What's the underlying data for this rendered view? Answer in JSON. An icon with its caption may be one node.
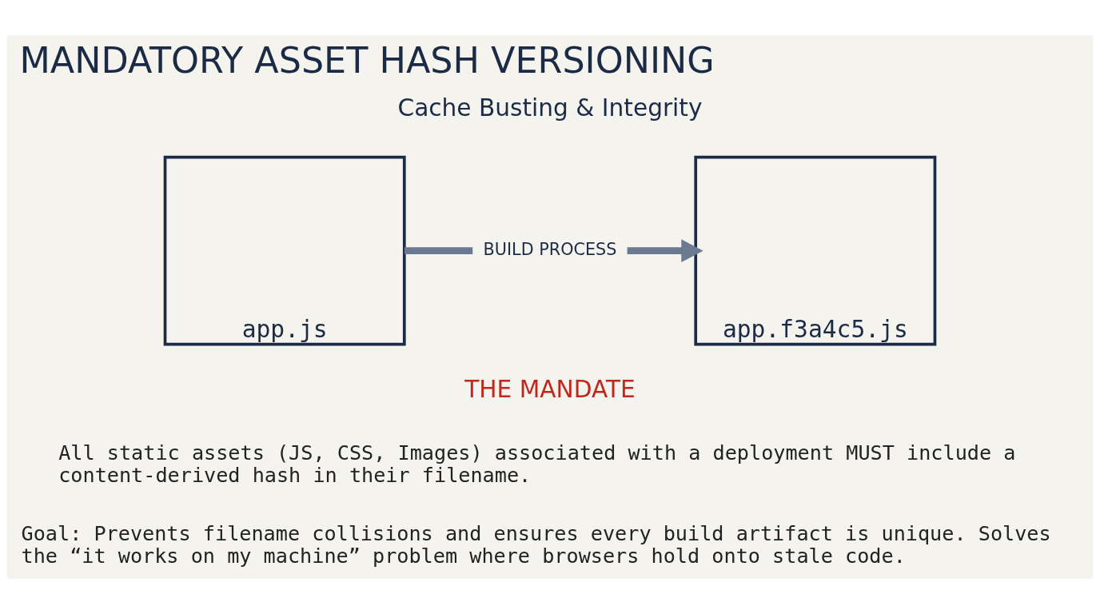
{
  "diagram": {
    "title": "MANDATORY ASSET HASH VERSIONING",
    "nodes": [
      {
        "text": [
          "app.js"
        ]
      },
      {
        "text": [
          "BUILD PROCESS"
        ]
      },
      {
        "text": [
          "app.f3a4c5.js"
        ]
      }
    ],
    "edges": [
      {
        "from": 0,
        "to": 1,
        "arrow": "none"
      },
      {
        "from": 1,
        "to": 2,
        "arrow": "to"
      }
    ],
    "labels": [
      "Cache Busting & Integrity",
      "THE MANDATE",
      "All static assets (JS, CSS, Images) associated with a deployment MUST include a content-derived hash in their filename.",
      "Goal: Prevents filename collisions and ensures every build artifact is unique. Solves the “it works on my machine” problem where browsers hold onto stale code."
    ]
  }
}
